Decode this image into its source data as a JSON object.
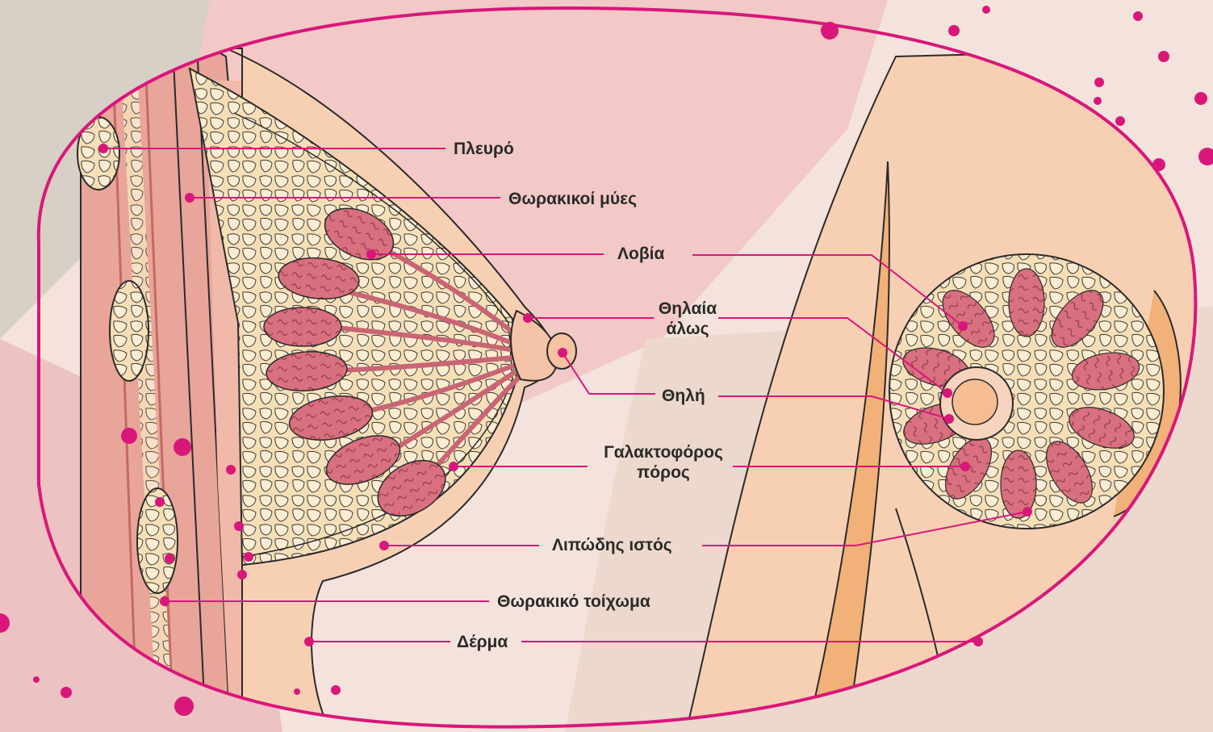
{
  "labels": {
    "rib": "Πλευρό",
    "pectoral_muscles": "Θωρακικοί μύες",
    "lobules": "Λοβία",
    "areola_line1": "Θηλαία",
    "areola_line2": "άλως",
    "nipple": "Θηλή",
    "milk_duct_line1": "Γαλακτοφόρος",
    "milk_duct_line2": "πόρος",
    "fatty_tissue": "Λιπώδης ιστός",
    "chest_wall": "Θωρακικό τοίχωμα",
    "skin": "Δέρμα"
  },
  "colors": {
    "accent": "#d9177a",
    "skin": "#f7cfb0",
    "tissue_fill": "#f6dfb6",
    "lobule": "#d9707f",
    "muscle": "#e79a90",
    "outline": "#2a2a2a"
  }
}
